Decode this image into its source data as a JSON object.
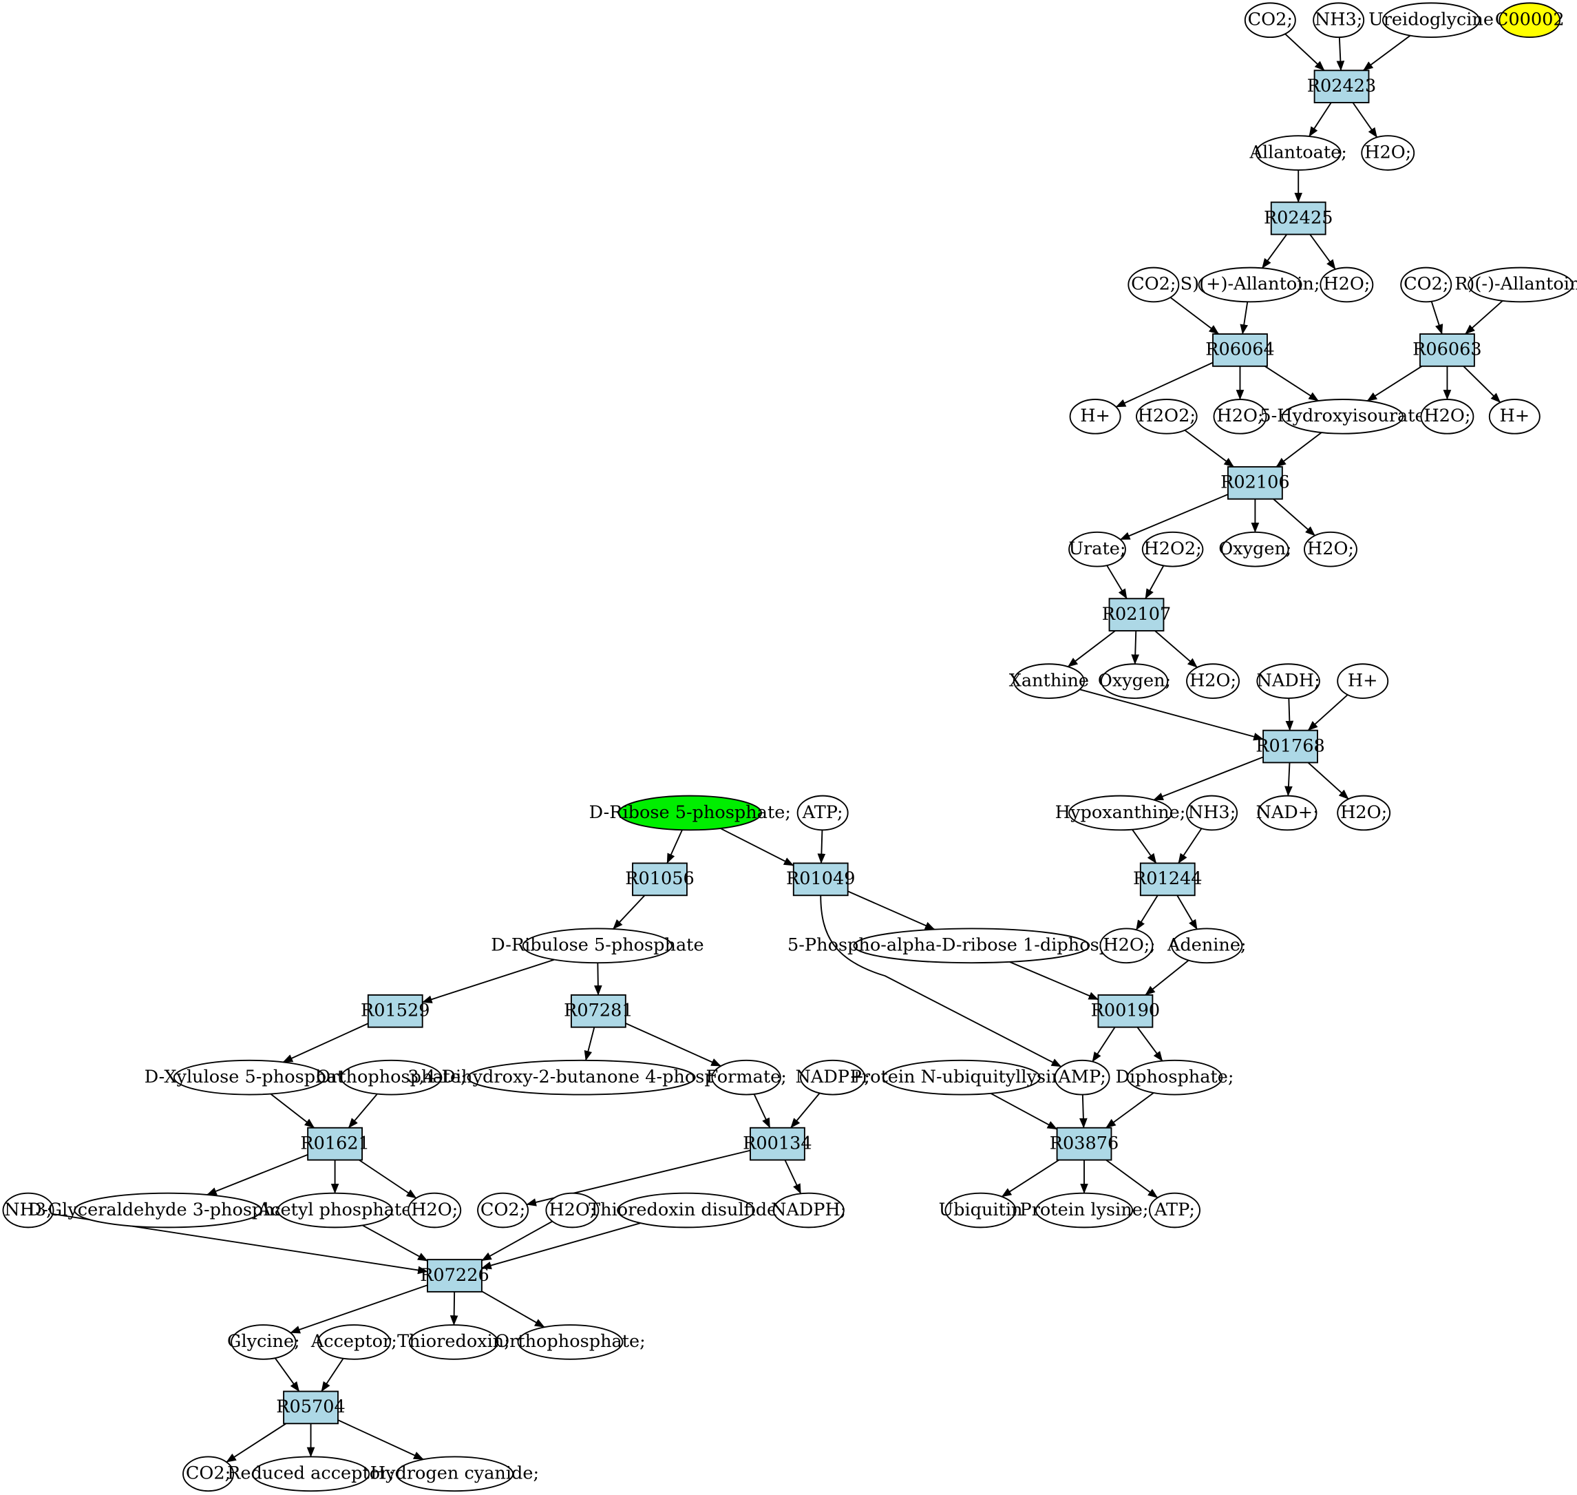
{
  "colors": {
    "reaction": "#add8e6",
    "compound": "#ffffff",
    "highlight_start": "#00ee00",
    "highlight_target": "#ffff00",
    "edge": "#000000"
  },
  "reactions": {
    "r02423": "R02423",
    "r02425": "R02425",
    "r06064": "R06064",
    "r06063": "R06063",
    "r02106": "R02106",
    "r02107": "R02107",
    "r01768": "R01768",
    "r01244": "R01244",
    "r01056": "R01056",
    "r01049": "R01049",
    "r01529": "R01529",
    "r07281": "R07281",
    "r00190": "R00190",
    "r01621": "R01621",
    "r00134": "R00134",
    "r03876": "R03876",
    "r07226": "R07226",
    "r05704": "R05704"
  },
  "compounds": {
    "co2_a": "CO2;",
    "nh3_a": "NH3;",
    "ureidoglycine": "Ureidoglycine",
    "c00002": "C00002",
    "allantoate": "Allantoate;",
    "h2o_a": "H2O;",
    "s_allantoin": "S)(+)-Allantoin;",
    "co2_b": "CO2;",
    "h2o_b": "H2O;",
    "co2_c": "CO2;",
    "r_allantoin": "R)(-)-Allantoin;",
    "hplus_a": "H+",
    "h2o2_a": "H2O2;",
    "h2o_c": "H2O;",
    "hydroxyisourate": "5-Hydroxyisourate",
    "h2o_d": "H2O;",
    "hplus_b": "H+",
    "urate": "Urate;",
    "h2o2_b": "H2O2;",
    "oxygen_a": "Oxygen;",
    "h2o_e": "H2O;",
    "xanthine": "Xanthine",
    "oxygen_b": "Oxygen;",
    "h2o_f": "H2O;",
    "nadh": "NADH;",
    "hplus_c": "H+",
    "ribose5p": "D-Ribose 5-phosphate;",
    "atp_a": "ATP;",
    "hypoxanthine": "Hypoxanthine;",
    "nh3_b": "NH3;",
    "nadplus": "NAD+;",
    "h2o_g": "H2O;",
    "ribulose5p": "D-Ribulose 5-phosphate",
    "prpp": "5-Phospho-alpha-D-ribose 1-diphosphate;",
    "h2o_h": "H2O;",
    "adenine": "Adenine;",
    "xylulose5p": "D-Xylulose 5-phosphate",
    "orthophosphate_a": "Orthophosphate;",
    "dhbp": "3,4-Dihydroxy-2-butanone 4-phosphate",
    "formate": "Formate;",
    "nadpplus": "NADP+;",
    "protein_ub": "Protein N-ubiquityllysine",
    "amp": "AMP;",
    "diphosphate": "Diphosphate;",
    "nh3_c": "NH3;",
    "g3p": "D-Glyceraldehyde 3-phosphate;",
    "acetylphosphate": "Acetyl phosphate",
    "h2o_i": "H2O;",
    "co2_d": "CO2;",
    "h2o_j": "H2O;",
    "thioredoxin_ss": "Thioredoxin disulfide;",
    "nadph": "NADPH;",
    "ubiquitin": "Ubiquitin",
    "protein_lysine": "Protein lysine;",
    "atp_b": "ATP;",
    "glycine": "Glycine;",
    "acceptor": "Acceptor;",
    "thioredoxin": "Thioredoxin;",
    "orthophosphate_b": "Orthophosphate;",
    "co2_e": "CO2;",
    "reduced_acceptor": "Reduced acceptor;",
    "hcn": "Hydrogen cyanide;"
  }
}
